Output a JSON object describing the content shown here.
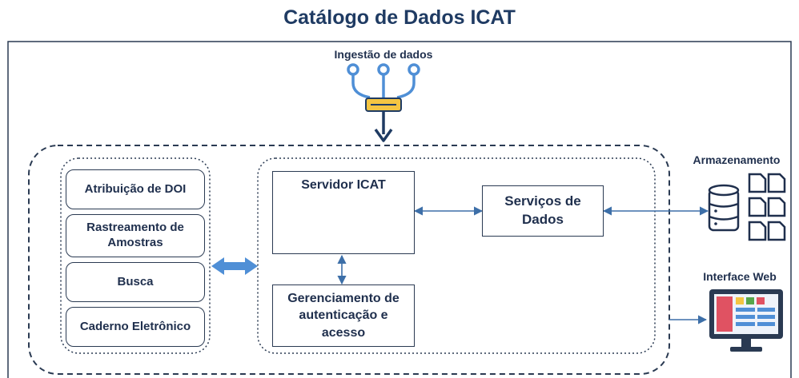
{
  "title": "Catálogo de Dados ICAT",
  "ingestion": {
    "label": "Ingestão de dados"
  },
  "left_panel": {
    "items": [
      "Atribuição de DOI",
      "Rastreamento de Amostras",
      "Busca",
      "Caderno Eletrônico"
    ]
  },
  "server": {
    "label": "Servidor ICAT"
  },
  "auth": {
    "label": "Gerenciamento de autenticação e acesso"
  },
  "data_services": {
    "label": "Serviços de Dados"
  },
  "storage": {
    "label": "Armazenamento"
  },
  "web_interface": {
    "label": "Interface Web"
  },
  "colors": {
    "navy": "#1f3b63",
    "line_blue": "#3d6fa8",
    "arrow_blue": "#4f8fd6",
    "yellow": "#f4c542",
    "green": "#56a64b"
  }
}
